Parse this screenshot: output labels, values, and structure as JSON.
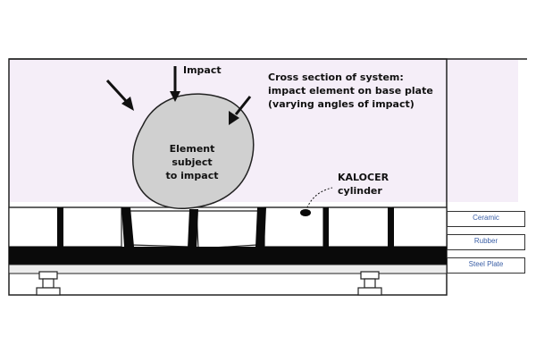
{
  "labels": {
    "impact": "Impact",
    "cross_section": [
      "Cross section of system:",
      "impact element on base plate",
      "(varying angles of impact)"
    ],
    "element": [
      "Element",
      "subject",
      "to impact"
    ],
    "kalocer": [
      "KALOCER",
      "cylinder"
    ]
  },
  "legend": [
    {
      "text": "Ceramic"
    },
    {
      "text": "Rubber"
    },
    {
      "text": "Steel Plate"
    }
  ],
  "colors": {
    "background_panel": "#f5eef8",
    "element_fill": "#d0d0d0",
    "rubber": "#0a0a0a",
    "steel_plate": "#ececec",
    "legend_text": "#3b5fa6"
  }
}
